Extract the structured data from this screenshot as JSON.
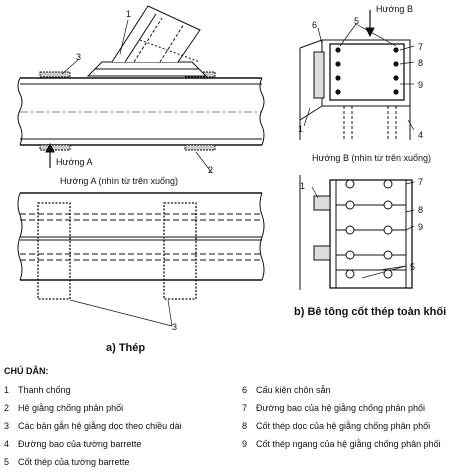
{
  "diagram": {
    "left": {
      "callouts": [
        "1",
        "2",
        "3",
        "3"
      ],
      "view_label": "Hướng A",
      "view_caption": "Hướng A (nhìn từ trên xuống)",
      "caption": "a) Thép"
    },
    "right": {
      "callouts_top": [
        "1",
        "4",
        "5",
        "6",
        "7",
        "8",
        "9"
      ],
      "view_label": "Hướng B",
      "view_caption": "Hướng B (nhìn từ trên xuống)",
      "callouts_bottom": [
        "1",
        "5",
        "7",
        "8",
        "9"
      ],
      "caption": "b) Bê tông cốt thép toàn khối"
    }
  },
  "legend": {
    "title": "CHÚ DẪN:",
    "items": [
      {
        "n": "1",
        "text": "Thanh chống"
      },
      {
        "n": "2",
        "text": "Hệ giằng chống phân phối"
      },
      {
        "n": "3",
        "text": "Các bản gắn hệ giằng dọc theo chiều dài"
      },
      {
        "n": "4",
        "text": "Đường bao của tường barrette"
      },
      {
        "n": "5",
        "text": "Cốt thép của tường barrette"
      },
      {
        "n": "6",
        "text": "Cấu kiện chôn sẵn"
      },
      {
        "n": "7",
        "text": "Đường bao của hệ giằng chống phân phối"
      },
      {
        "n": "8",
        "text": "Cốt thép dọc của hệ giằng chống phân phối"
      },
      {
        "n": "9",
        "text": "Cốt thép ngang của hệ giằng chống phân phối"
      }
    ]
  }
}
